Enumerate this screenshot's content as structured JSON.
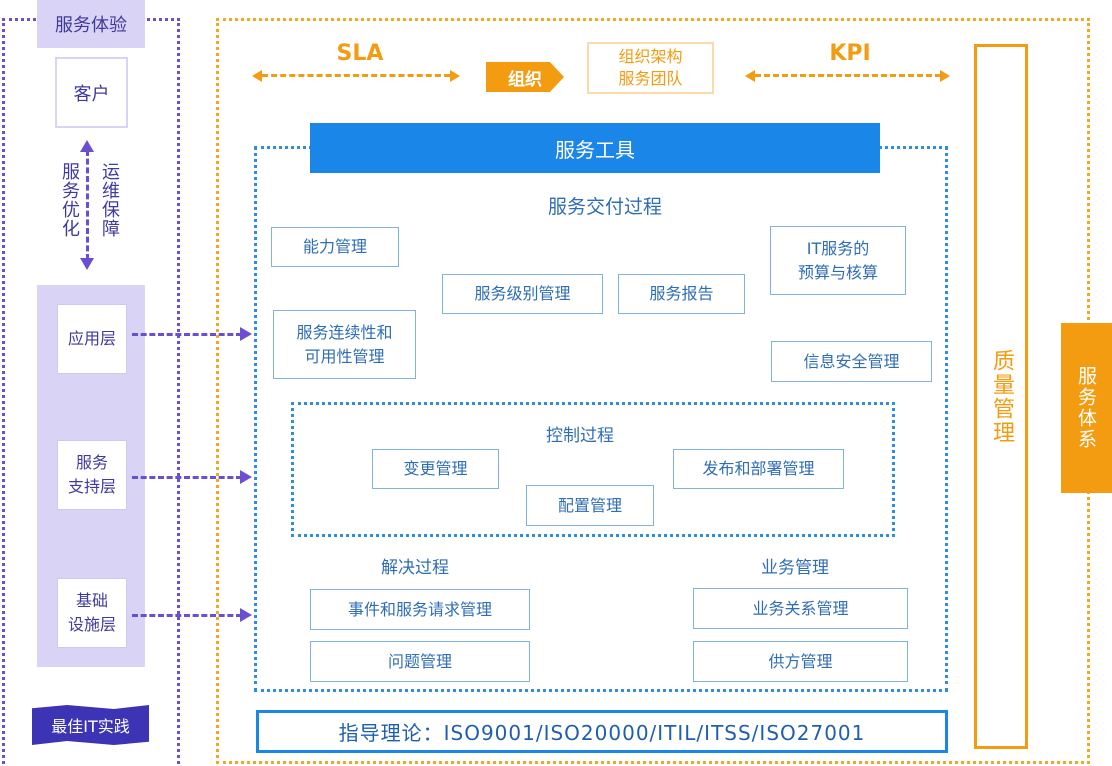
{
  "left": {
    "service_experience": "服务体验",
    "customer": "客户",
    "service_optimization": "服务优化",
    "ops_assurance": "运维保障",
    "layers": [
      {
        "line1": "应用层",
        "line2": ""
      },
      {
        "line1": "服务",
        "line2": "支持层"
      },
      {
        "line1": "基础",
        "line2": "设施层"
      }
    ],
    "best_it_practice": "最佳IT实践"
  },
  "top": {
    "sla": "SLA",
    "kpi": "KPI",
    "org_tag": "组织",
    "org_box_line1": "组织架构",
    "org_box_line2": "服务团队"
  },
  "service_tools": "服务工具",
  "delivery": {
    "heading": "服务交付过程",
    "capacity": "能力管理",
    "service_level": "服务级别管理",
    "service_report": "服务报告",
    "it_budget_line1": "IT服务的",
    "it_budget_line2": "预算与核算",
    "continuity_line1": "服务连续性和",
    "continuity_line2": "可用性管理",
    "infosec": "信息安全管理"
  },
  "control": {
    "heading": "控制过程",
    "change": "变更管理",
    "release": "发布和部署管理",
    "config": "配置管理"
  },
  "resolution": {
    "heading": "解决过程",
    "incident": "事件和服务请求管理",
    "problem": "问题管理"
  },
  "business": {
    "heading": "业务管理",
    "relationship": "业务关系管理",
    "supplier": "供方管理"
  },
  "quality_management": "质量管理",
  "service_system": "服务体系",
  "guiding_theory": "指导理论：ISO9001/ISO20000/ITIL/ITSS/ISO27001",
  "colors": {
    "purple": "#6a4fd0",
    "lavender": "#d9d3f5",
    "orange": "#f39c12",
    "blue": "#1a86e8"
  }
}
